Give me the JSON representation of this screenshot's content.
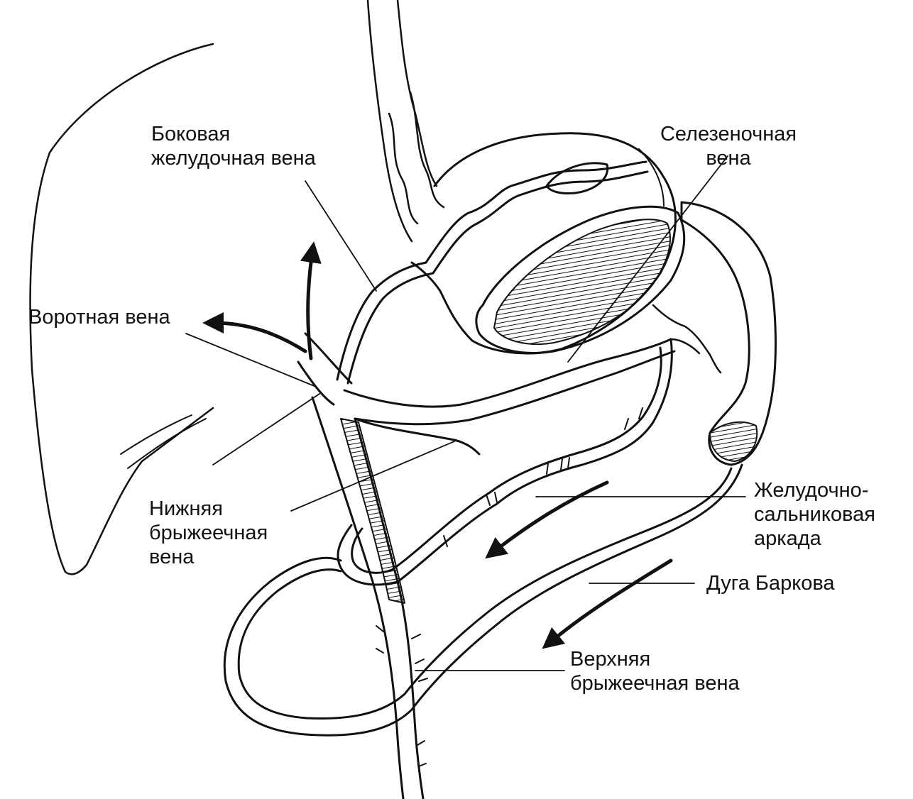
{
  "labels": {
    "lateral_gastric_vein": [
      "Боковая",
      "желудочная вена"
    ],
    "splenic_vein": [
      "Селезеночная",
      "вена"
    ],
    "portal_vein": "Воротная вена",
    "inferior_mesenteric_vein": [
      "Нижняя",
      "брыжеечная",
      "вена"
    ],
    "gastroepiploic_arcade": [
      "Желудочно-",
      "сальниковая",
      "аркада"
    ],
    "barkow_arc": "Дуга Баркова",
    "superior_mesenteric_vein": [
      "Верхняя",
      "брыжеечная вена"
    ]
  },
  "colors": {
    "ink": "#111111",
    "background": "#ffffff"
  }
}
